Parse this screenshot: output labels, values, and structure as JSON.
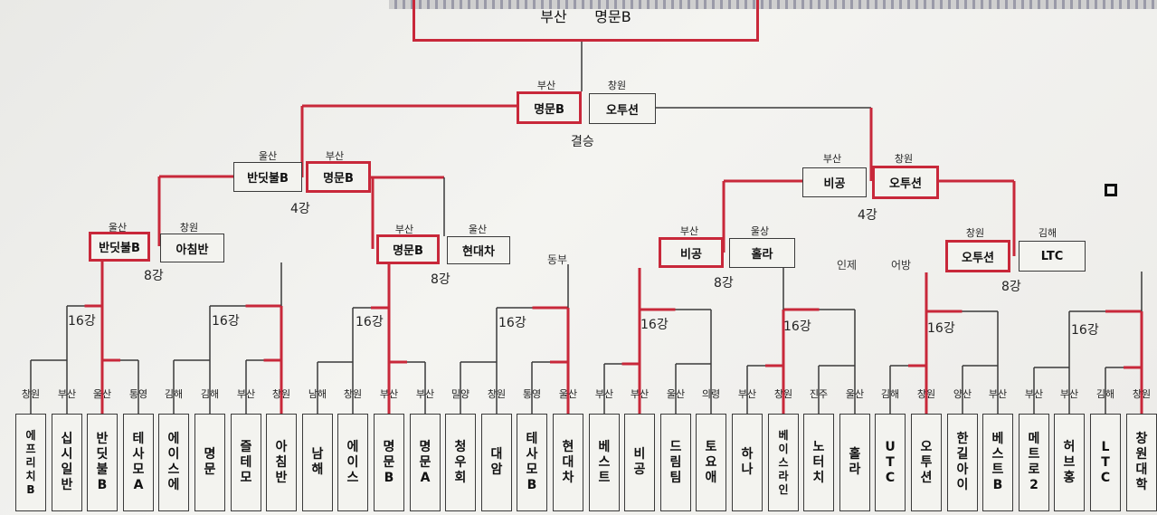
{
  "champion": {
    "region": "부산",
    "name": "명문B"
  },
  "final": {
    "left": {
      "region": "부산",
      "name": "명문B"
    },
    "right": {
      "region": "창원",
      "name": "오투션"
    },
    "label": "결승"
  },
  "semis": {
    "left": {
      "a": {
        "region": "울산",
        "name": "반딧불B"
      },
      "b": {
        "region": "부산",
        "name": "명문B"
      }
    },
    "right": {
      "a": {
        "region": "부산",
        "name": "비공"
      },
      "b": {
        "region": "창원",
        "name": "오투션"
      }
    },
    "label": "4강"
  },
  "quarters": [
    {
      "a": {
        "region": "울산",
        "name": "반딧불B"
      },
      "b": {
        "region": "창원",
        "name": "아침반"
      }
    },
    {
      "a": {
        "region": "부산",
        "name": "명문B"
      },
      "b": {
        "region": "울산",
        "name": "현대차"
      }
    },
    {
      "a": {
        "region": "부산",
        "name": "비공"
      },
      "b": {
        "region": "울상",
        "name": "홀라"
      }
    },
    {
      "a": {
        "region": "창원",
        "name": "오투션"
      },
      "b": {
        "region": "김해",
        "name": "LTC"
      }
    }
  ],
  "labels": {
    "r8": "8강",
    "r16": "16강"
  },
  "notes": [
    "동부",
    "인제",
    "어방"
  ],
  "teams": [
    {
      "region": "창원",
      "name": "에프리치B"
    },
    {
      "region": "부산",
      "name": "십시일반"
    },
    {
      "region": "울산",
      "name": "반딧불B"
    },
    {
      "region": "통영",
      "name": "테사모A"
    },
    {
      "region": "김해",
      "name": "에이스에"
    },
    {
      "region": "김해",
      "name": "명문"
    },
    {
      "region": "부산",
      "name": "즐테모"
    },
    {
      "region": "창원",
      "name": "아침반"
    },
    {
      "region": "남해",
      "name": "남해"
    },
    {
      "region": "창원",
      "name": "에이스"
    },
    {
      "region": "부산",
      "name": "명문B"
    },
    {
      "region": "부산",
      "name": "명문A"
    },
    {
      "region": "밀양",
      "name": "청우회"
    },
    {
      "region": "창원",
      "name": "대암"
    },
    {
      "region": "통영",
      "name": "테사모B"
    },
    {
      "region": "울산",
      "name": "현대차"
    },
    {
      "region": "부산",
      "name": "베스트"
    },
    {
      "region": "부산",
      "name": "비공"
    },
    {
      "region": "울산",
      "name": "드림팀"
    },
    {
      "region": "의령",
      "name": "토요애"
    },
    {
      "region": "부산",
      "name": "하나"
    },
    {
      "region": "창원",
      "name": "베이스라인"
    },
    {
      "region": "진주",
      "name": "노터치"
    },
    {
      "region": "울산",
      "name": "홀라"
    },
    {
      "region": "김해",
      "name": "UTC"
    },
    {
      "region": "창원",
      "name": "오투션"
    },
    {
      "region": "양산",
      "name": "한길아이"
    },
    {
      "region": "부산",
      "name": "베스트B"
    },
    {
      "region": "부산",
      "name": "메트로2"
    },
    {
      "region": "부산",
      "name": "허브홍"
    },
    {
      "region": "김해",
      "name": "LTC"
    },
    {
      "region": "창원",
      "name": "창원대학"
    }
  ],
  "winners": [
    2,
    7,
    10,
    15,
    17,
    21,
    25,
    31
  ],
  "colors": {
    "win": "#c8283a",
    "normal": "#3a3a3a"
  }
}
